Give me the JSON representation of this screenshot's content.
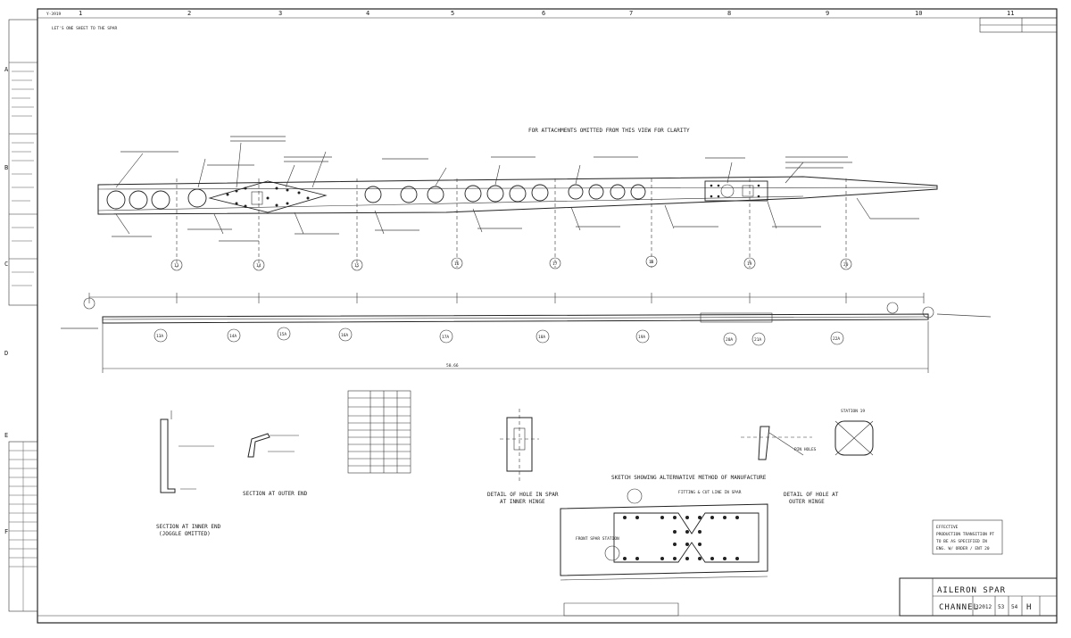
{
  "sheet": {
    "grid_top": [
      "1",
      "2",
      "3",
      "4",
      "5",
      "6",
      "7",
      "8",
      "9",
      "10",
      "11"
    ],
    "grid_left": [
      "A",
      "B",
      "C",
      "D",
      "E",
      "F"
    ],
    "corner_note": "Y-3919",
    "top_note": "LET'S ONE SHEET TO THE SPAR"
  },
  "views": {
    "section_inner": "SECTION AT INNER END",
    "section_inner_sub": "(JOGGLE OMITTED)",
    "section_outer": "SECTION AT OUTER END",
    "detail_inner": "DETAIL OF HOLE IN SPAR",
    "detail_inner_sub": "AT INNER HINGE",
    "detail_outer": "DETAIL OF HOLE AT",
    "detail_outer_sub": "OUTER HINGE",
    "alt_method": "SKETCH SHOWING ALTERNATIVE METHOD OF MANUFACTURE",
    "front_spar": "FRONT SPAR STATION",
    "station": "STATION 19",
    "pin_holes": "PIN HOLES",
    "fitting": "FITTING & CUT LINE IN SPAR",
    "overall_dim": "50.66",
    "top_note": "FOR ATTACHMENTS OMITTED FROM THIS VIEW FOR CLARITY",
    "stations_upper": [
      "13",
      "14",
      "15",
      "16",
      "17",
      "18",
      "19",
      "20"
    ],
    "stations_lower": [
      "13A",
      "14A",
      "15A",
      "16A",
      "17A",
      "18A",
      "19A",
      "20A",
      "21A",
      "22A"
    ]
  },
  "stamp": {
    "line1": "EFFECTIVE",
    "line2": "PRODUCTION TRANSITION PT",
    "line3": "TO BE AS SPECIFIED IN",
    "line4": "ENG. W/ ORDER / ENT 20"
  },
  "title_block": {
    "title_line1": "AILERON  SPAR",
    "title_line2": "CHANNEL",
    "drawing_number": "32012",
    "sheet_a": "53",
    "sheet_b": "54",
    "revision": "H"
  }
}
